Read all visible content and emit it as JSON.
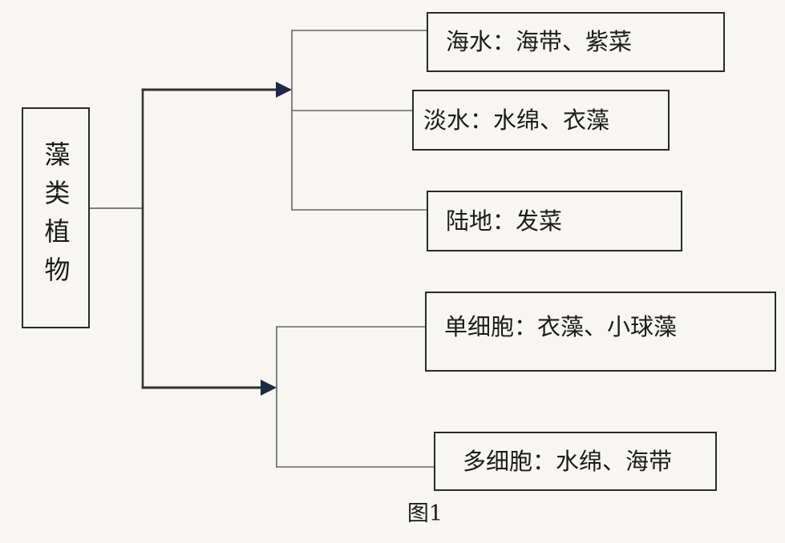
{
  "diagram": {
    "root": {
      "label": "藻类植物"
    },
    "groups": [
      {
        "leaves": [
          {
            "label": "海水：海带、紫菜"
          },
          {
            "label": "淡水：水绵、衣藻"
          },
          {
            "label": "陆地：发菜"
          }
        ]
      },
      {
        "leaves": [
          {
            "label": "单细胞：衣藻、小球藻"
          },
          {
            "label": "多细胞：水绵、海带"
          }
        ]
      }
    ],
    "caption": "图1"
  },
  "colors": {
    "line": "#3a3a3a",
    "arrow": "#1e2a44",
    "background": "#f7f6f2"
  }
}
